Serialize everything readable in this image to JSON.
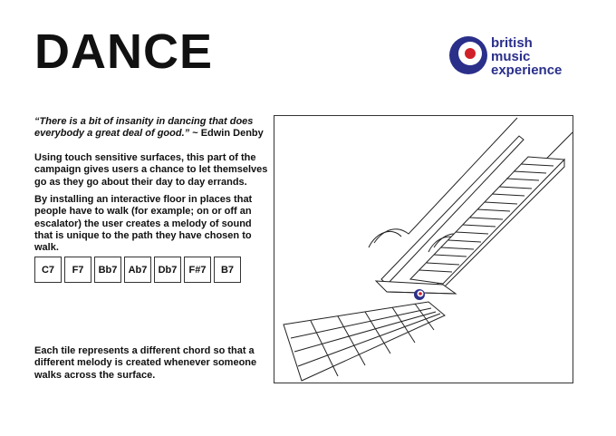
{
  "header": {
    "title": "DANCE"
  },
  "logo": {
    "line1": "british",
    "line2": "music",
    "line3": "experience"
  },
  "quote": {
    "text": "“There is a bit of insanity in dancing that does everybody a great deal of good.”",
    "author": "~ Edwin Denby"
  },
  "body": {
    "p1": "Using touch sensitive surfaces, this part of the campaign gives users a chance to let themselves go as they go about their day to day errands.",
    "p2": "By installing an interactive floor in places that people have to walk (for example; on or off an escalator) the user creates a melody of sound that is unique to the path they have chosen to walk.",
    "p3": "Each tile represents a different chord so that a different melody is created whenever someone walks across the surface."
  },
  "chords": [
    "C7",
    "F7",
    "Bb7",
    "Ab7",
    "Db7",
    "F#7",
    "B7"
  ],
  "colors": {
    "brand_blue": "#2a2f8a",
    "brand_red": "#d0202a"
  }
}
